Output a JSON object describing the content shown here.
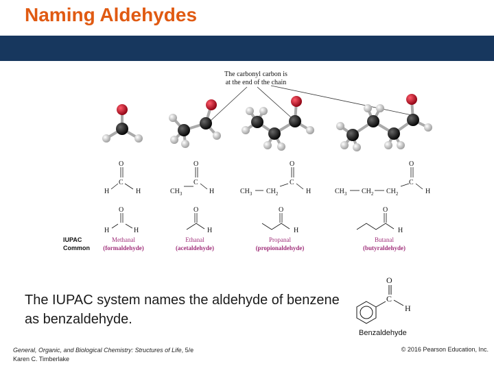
{
  "slide": {
    "title": "Naming Aldehydes",
    "body_text": "The IUPAC system names the aldehyde of benzene as benzaldehyde."
  },
  "figure": {
    "callout": [
      "The carbonyl carbon is",
      "at the end of the chain"
    ],
    "row_labels": {
      "iupac": "IUPAC",
      "common": "Common"
    },
    "atoms": {
      "O": "O",
      "C": "C",
      "H": "H",
      "CH3": "CH",
      "CH2": "CH",
      "sub3": "3",
      "sub2": "2"
    },
    "compounds": [
      {
        "iupac": "Methanal",
        "common": "(formaldehyde)"
      },
      {
        "iupac": "Ethanal",
        "common": "(acetaldehyde)"
      },
      {
        "iupac": "Propanal",
        "common": "(propionaldehyde)"
      },
      {
        "iupac": "Butanal",
        "common": "(butyraldehyde)"
      }
    ],
    "benzaldehyde_label": "Benzaldehyde",
    "colors": {
      "oxygen": "#c0182a",
      "carbon": "#1a1a1a",
      "hydrogen": "#d8d8d8",
      "name": "#a0307a",
      "band": "#17375e",
      "title": "#e05a12"
    }
  },
  "footer": {
    "book_title": "General, Organic, and Biological Chemistry: Structures of Life",
    "edition": ", 5/e",
    "author": "Karen C. Timberlake",
    "copyright": "© 2016 Pearson Education, Inc."
  }
}
